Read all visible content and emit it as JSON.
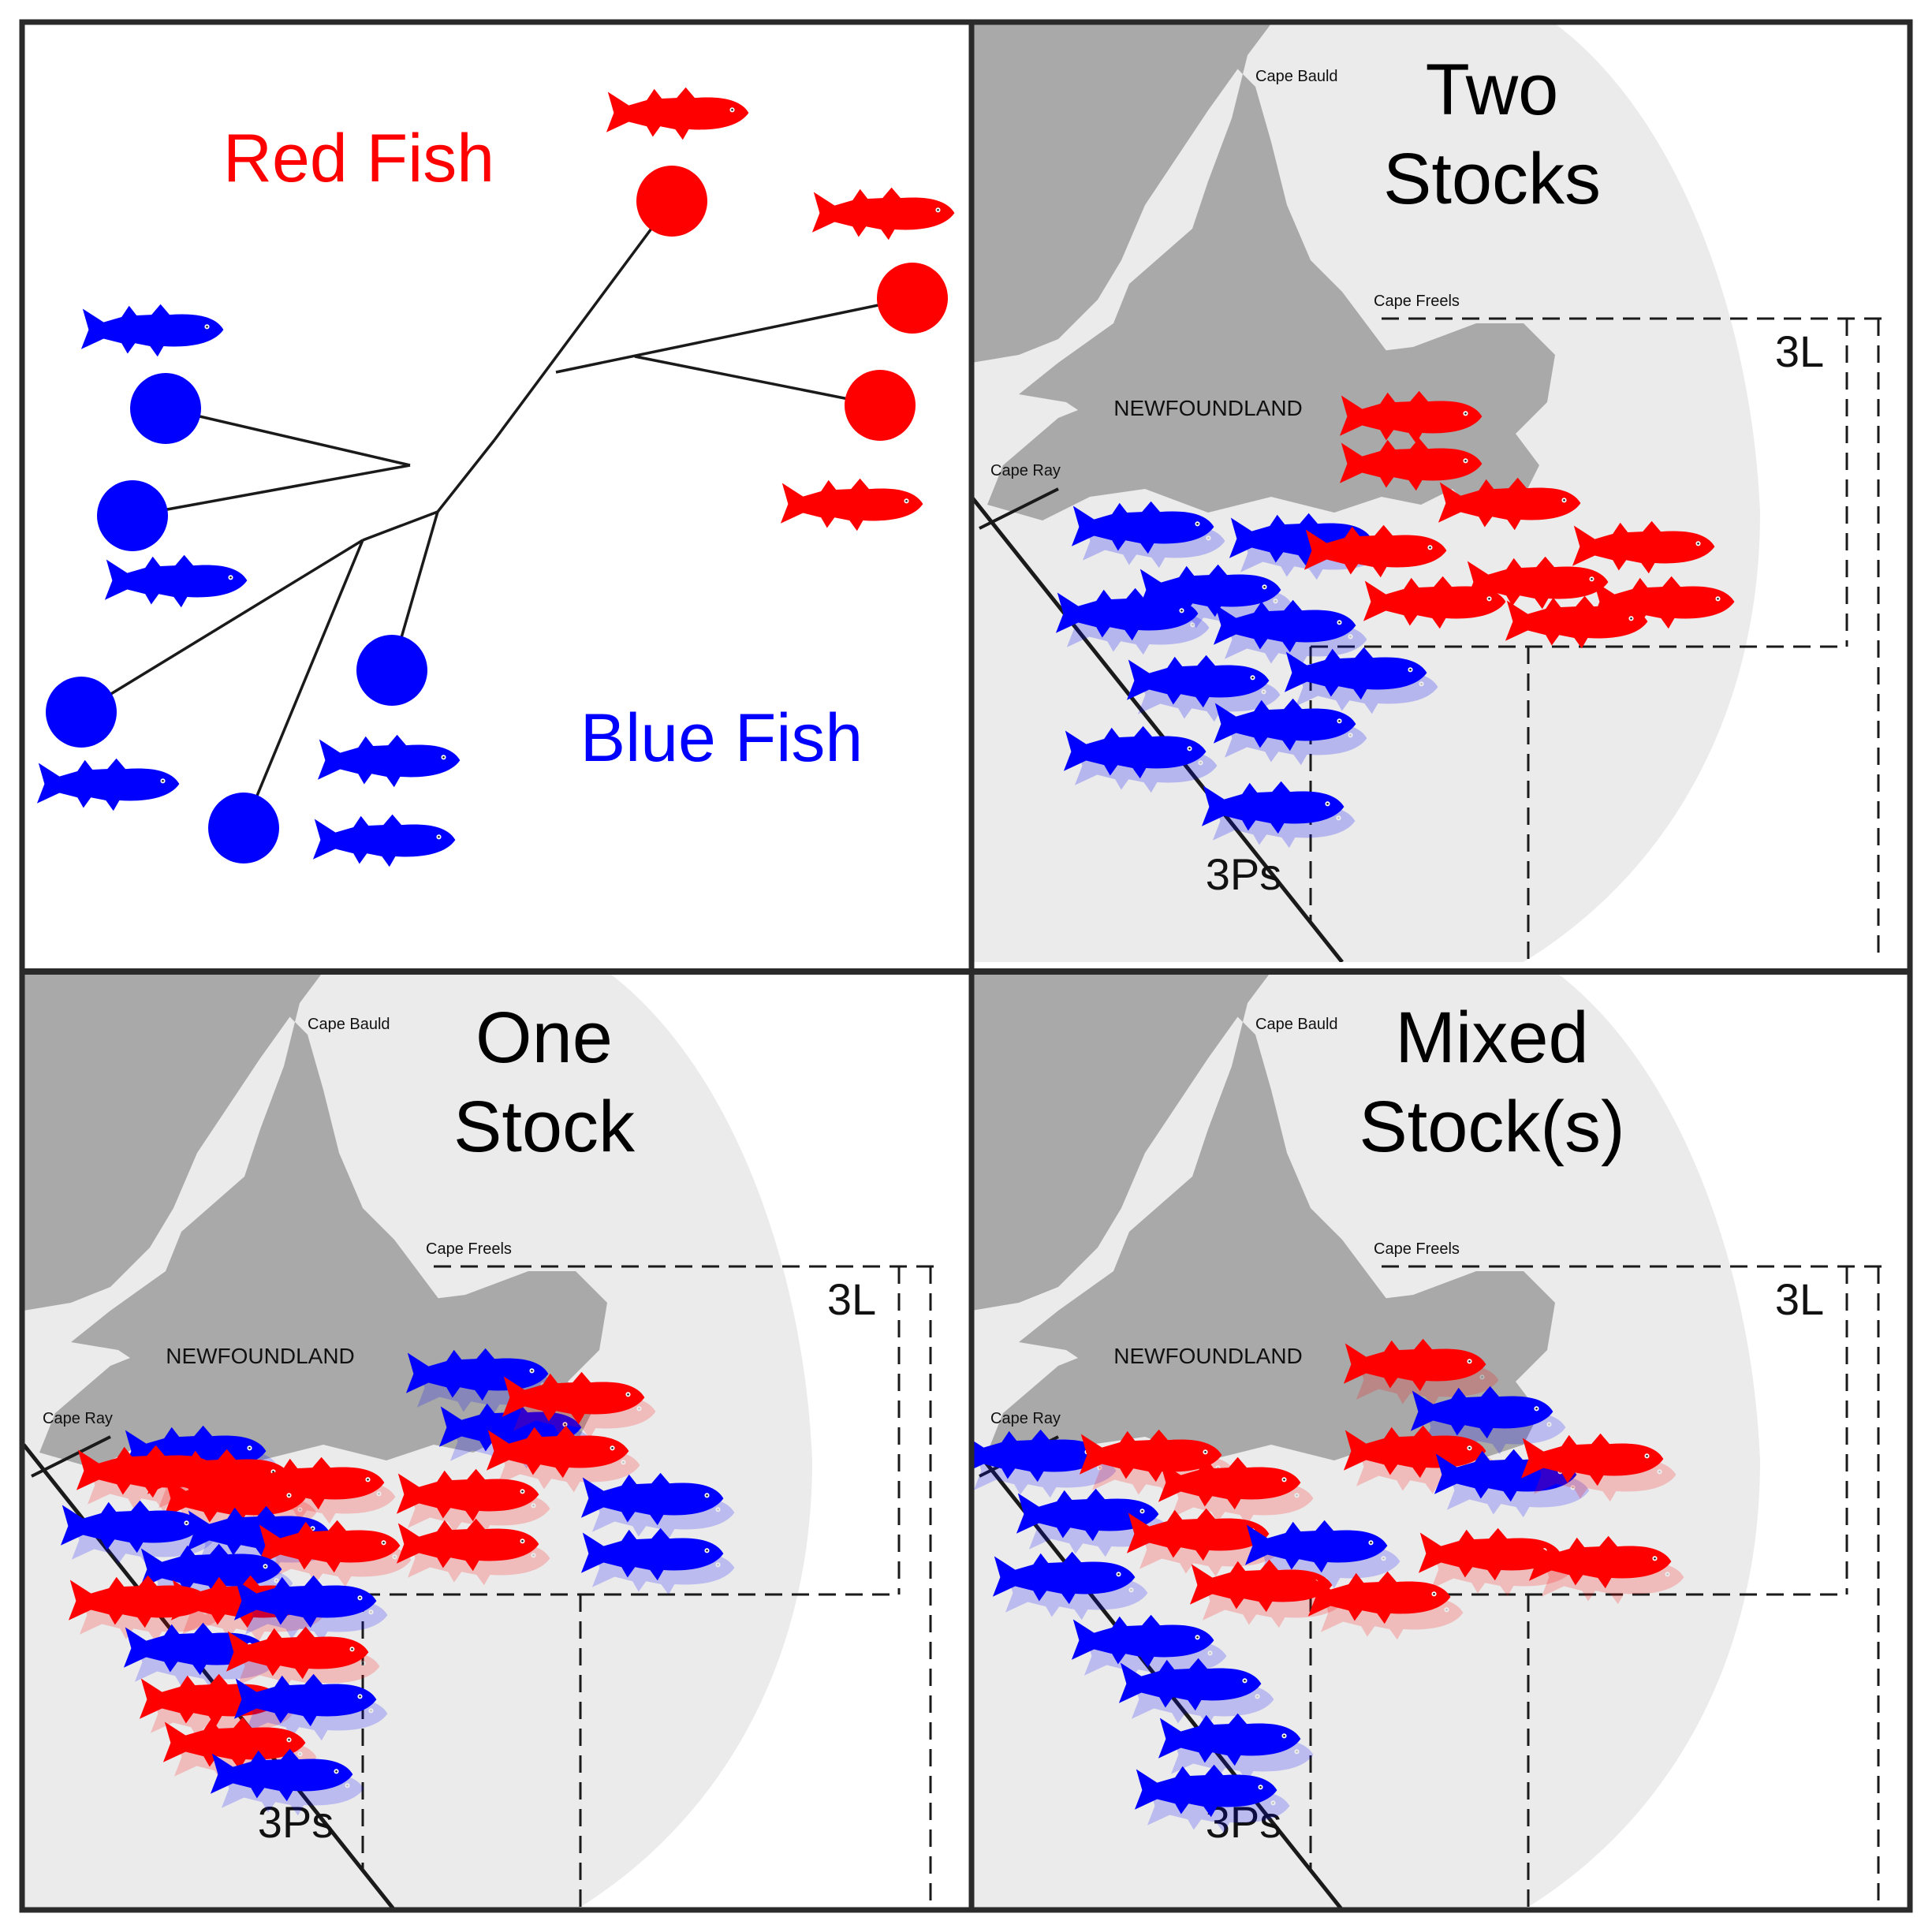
{
  "colors": {
    "red": "#ff0000",
    "blue": "#0000ff",
    "sea": "#ebebeb",
    "land": "#a9a9a9",
    "frame": "#2a2a2a"
  },
  "tree_panel": {
    "red_label": "Red Fish",
    "blue_label": "Blue Fish",
    "tips": [
      {
        "group": "red"
      },
      {
        "group": "red"
      },
      {
        "group": "red"
      },
      {
        "group": "blue"
      },
      {
        "group": "blue"
      },
      {
        "group": "blue"
      },
      {
        "group": "blue"
      },
      {
        "group": "blue"
      }
    ]
  },
  "maps": [
    {
      "id": "two-stocks",
      "title_line1": "Two",
      "title_line2": "Stocks",
      "mode": "separate",
      "labels": {
        "cape_bauld": "Cape Bauld",
        "cape_freels": "Cape Freels",
        "cape_ray": "Cape Ray",
        "newfoundland": "NEWFOUNDLAND",
        "zone_3l": "3L",
        "zone_3ps": "3Ps"
      }
    },
    {
      "id": "one-stock",
      "title_line1": "One",
      "title_line2": "Stock",
      "mode": "mixed-all",
      "labels": {
        "cape_bauld": "Cape Bauld",
        "cape_freels": "Cape Freels",
        "cape_ray": "Cape Ray",
        "newfoundland": "NEWFOUNDLAND",
        "zone_3l": "3L",
        "zone_3ps": "3Ps"
      }
    },
    {
      "id": "mixed-stocks",
      "title_line1": "Mixed",
      "title_line2": "Stock(s)",
      "mode": "partial",
      "labels": {
        "cape_bauld": "Cape Bauld",
        "cape_freels": "Cape Freels",
        "cape_ray": "Cape Ray",
        "newfoundland": "NEWFOUNDLAND",
        "zone_3l": "3L",
        "zone_3ps": "3Ps"
      }
    }
  ]
}
